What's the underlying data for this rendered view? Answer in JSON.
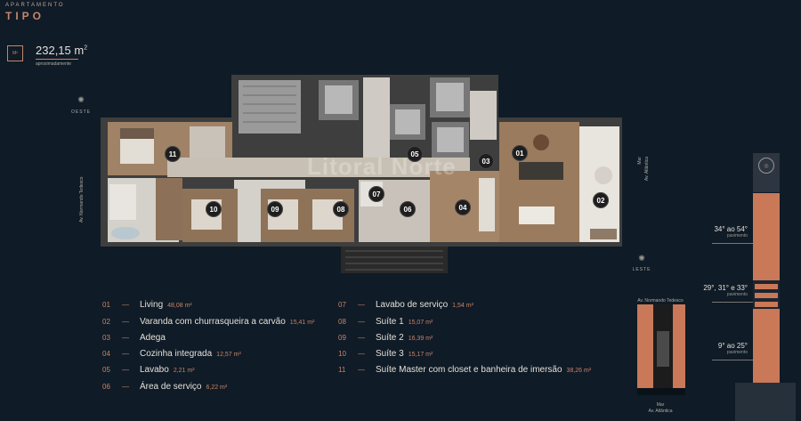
{
  "header": {
    "subtitle": "APARTAMENTO",
    "title": "TIPO"
  },
  "area": {
    "icon_text": "M²",
    "value": "232,15",
    "unit": "m",
    "sup": "2",
    "note": "aproximadamente"
  },
  "compass": {
    "west": "OESTE",
    "east": "LESTE"
  },
  "watermark": "Litoral Norte",
  "streets": {
    "left": "Av. Normando Tedesco",
    "right_line1": "Mar",
    "right_line2": "Av. Atlântica",
    "map_top": "Av. Normando Tedesco",
    "map_bottom_1": "Mar",
    "map_bottom_2": "Av. Atlântica"
  },
  "rooms": [
    {
      "num": "01",
      "name": "Living",
      "area": "48,08 m²"
    },
    {
      "num": "02",
      "name": "Varanda com churrasqueira a carvão",
      "area": "15,41 m²"
    },
    {
      "num": "03",
      "name": "Adega",
      "area": ""
    },
    {
      "num": "04",
      "name": "Cozinha integrada",
      "area": "12,57 m²"
    },
    {
      "num": "05",
      "name": "Lavabo",
      "area": "2,21 m²"
    },
    {
      "num": "06",
      "name": "Área de serviço",
      "area": "6,22 m²"
    },
    {
      "num": "07",
      "name": "Lavabo de serviço",
      "area": "1,54 m²"
    },
    {
      "num": "08",
      "name": "Suíte 1",
      "area": "15,07 m²"
    },
    {
      "num": "09",
      "name": "Suíte 2",
      "area": "16,39 m²"
    },
    {
      "num": "10",
      "name": "Suíte 3",
      "area": "15,17 m²"
    },
    {
      "num": "11",
      "name": "Suíte Master com closet e banheira de imersão",
      "area": "38,26 m²"
    }
  ],
  "badges": [
    "01",
    "02",
    "03",
    "04",
    "05",
    "06",
    "07",
    "08",
    "09",
    "10",
    "11"
  ],
  "floors": [
    {
      "label": "34° ao 54°",
      "sub": "pavimento"
    },
    {
      "label": "29°, 31° e 33°",
      "sub": "pavimento"
    },
    {
      "label": "9° ao 25°",
      "sub": "pavimento"
    }
  ],
  "colors": {
    "accent": "#c98468",
    "background": "#0f1b26",
    "floor_wood": "#8a6a4f",
    "wall": "#6b6b6b"
  }
}
